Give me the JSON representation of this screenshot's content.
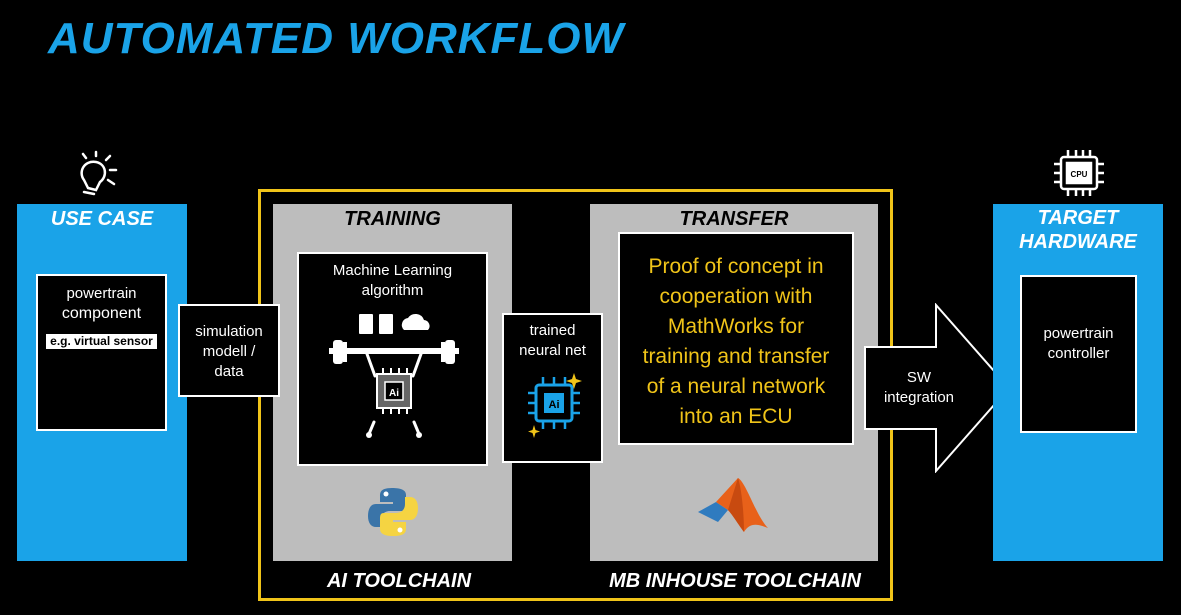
{
  "title": "AUTOMATED WORKFLOW",
  "use_case": {
    "header": "USE CASE",
    "line1": "powertrain",
    "line2": "component",
    "tag": "e.g. virtual sensor",
    "icon": "lightbulb-icon"
  },
  "simulation": {
    "line1": "simulation",
    "line2": "modell /",
    "line3": "data"
  },
  "training": {
    "header": "TRAINING",
    "ml_line1": "Machine Learning",
    "ml_line2": "algorithm",
    "ai_chip": "Ai",
    "logo": "python-logo"
  },
  "trained_net": {
    "line1": "trained",
    "line2": "neural net",
    "ai_chip": "Ai"
  },
  "transfer": {
    "header": "TRANSFER",
    "poc": [
      "Proof of concept in",
      "cooperation with",
      "MathWorks for",
      "training and transfer",
      "of a neural network",
      "into an ECU"
    ],
    "logo": "matlab-logo"
  },
  "sw_integration": {
    "line1": "SW",
    "line2": "integration"
  },
  "target": {
    "header_line1": "TARGET",
    "header_line2": "HARDWARE",
    "line1": "powertrain",
    "line2": "controller",
    "cpu_label": "CPU",
    "icon": "cpu-icon"
  },
  "footer": {
    "left": "AI TOOLCHAIN",
    "right": "MB INHOUSE TOOLCHAIN"
  },
  "colors": {
    "accent_blue": "#1aa3e8",
    "frame_yellow": "#f0c419",
    "panel_gray": "#bdbdbd"
  }
}
